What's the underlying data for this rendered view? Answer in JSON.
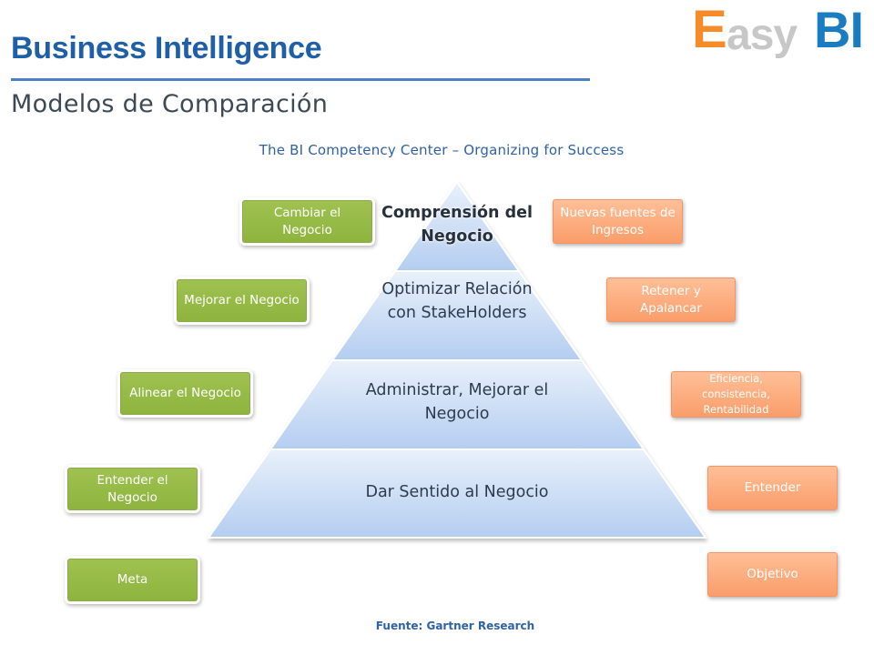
{
  "header": {
    "title": "Business Intelligence",
    "subtitle": "Modelos de Comparación"
  },
  "logo": {
    "part1": "E",
    "part2": "asy",
    "part3": "BI"
  },
  "caption": "The BI Competency Center – Organizing for Success",
  "pyramid": {
    "tiers": [
      "Comprensión del Negocio",
      "Optimizar Relación con StakeHolders",
      "Administrar, Mejorar el Negocio",
      "Dar Sentido al Negocio"
    ]
  },
  "left_boxes": [
    "Cambiar el Negocio",
    "Mejorar el Negocio",
    "Alinear el Negocio",
    "Entender el Negocio",
    "Meta"
  ],
  "right_boxes": [
    "Nuevas fuentes de Ingresos",
    "Retener y Apalancar",
    "Eficiencia, consistencia, Rentabilidad",
    "Entender",
    "Objetivo"
  ],
  "source": "Fuente: Gartner Research",
  "colors": {
    "title": "#1f5fa8",
    "pyramid_fill": "#c4d9f4",
    "green_box": "#9bbb59",
    "orange_box": "#fbaf82"
  }
}
